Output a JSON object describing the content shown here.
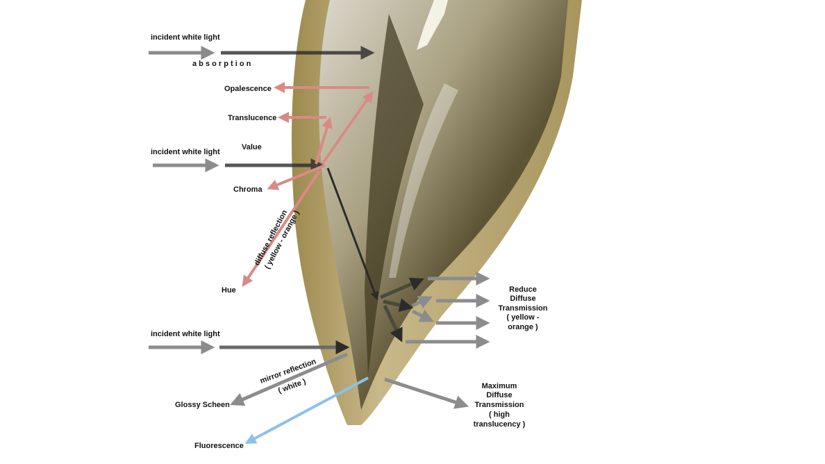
{
  "labels": {
    "incident_1": "incident white light",
    "absorption": "a b s o r p t i o n",
    "opalescence": "Opalescence",
    "translucence": "Translucence",
    "value": "Value",
    "incident_2": "incident white light",
    "chroma": "Chroma",
    "diffuse_1": "diffuse reflection",
    "diffuse_2": "( yellow - orange )",
    "hue": "Hue",
    "incident_3": "incident white light",
    "mirror_1": "mirror reflection",
    "mirror_2": "( white )",
    "glossy": "Glossy Scheen",
    "fluorescence": "Fluorescence",
    "reduce": [
      "Reduce",
      "Diffuse",
      "Transmission",
      "( yellow -",
      "orange )"
    ],
    "maximum": [
      "Maximum",
      "Diffuse",
      "Transmission",
      "( high",
      "translucency )"
    ]
  },
  "colors": {
    "gray_arrow": "#8c8c8c",
    "red_arrow": "#d98a86",
    "blue_arrow": "#8ec0ea",
    "dark_arrow": "#2b2b2b",
    "enamel": "#b6a36a",
    "dentin": "#6e6640"
  }
}
